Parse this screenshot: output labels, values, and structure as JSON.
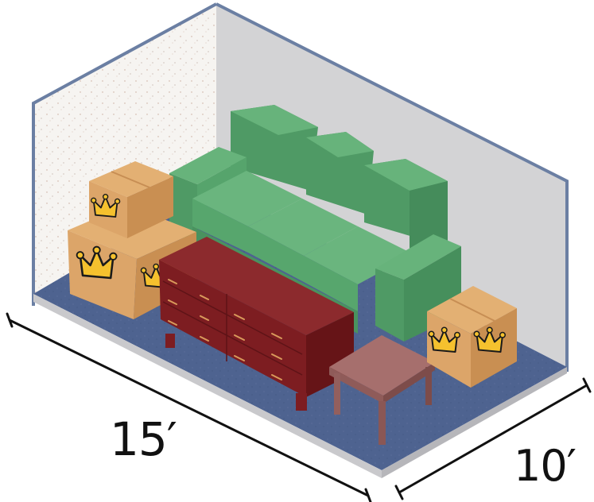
{
  "illustration": {
    "subject": "storage unit",
    "dimensions": {
      "width_label": "15′",
      "depth_label": "10′"
    },
    "contents": [
      {
        "item": "sofa",
        "color": "#5fae73"
      },
      {
        "item": "dresser",
        "drawers": 6,
        "color": "#8c2529"
      },
      {
        "item": "side table",
        "color": "#a66f6d"
      },
      {
        "item": "box",
        "logo": "crown-icon",
        "count": 3,
        "color": "#dca569"
      }
    ],
    "colors": {
      "floor": "#4e6390",
      "left_wall": "#f6f4f1",
      "back_wall": "#d3d3d5",
      "wall_trim": "#6b7fa3",
      "box": "#dca569",
      "crown": "#f5c12e",
      "dimension_line": "#111111"
    }
  }
}
